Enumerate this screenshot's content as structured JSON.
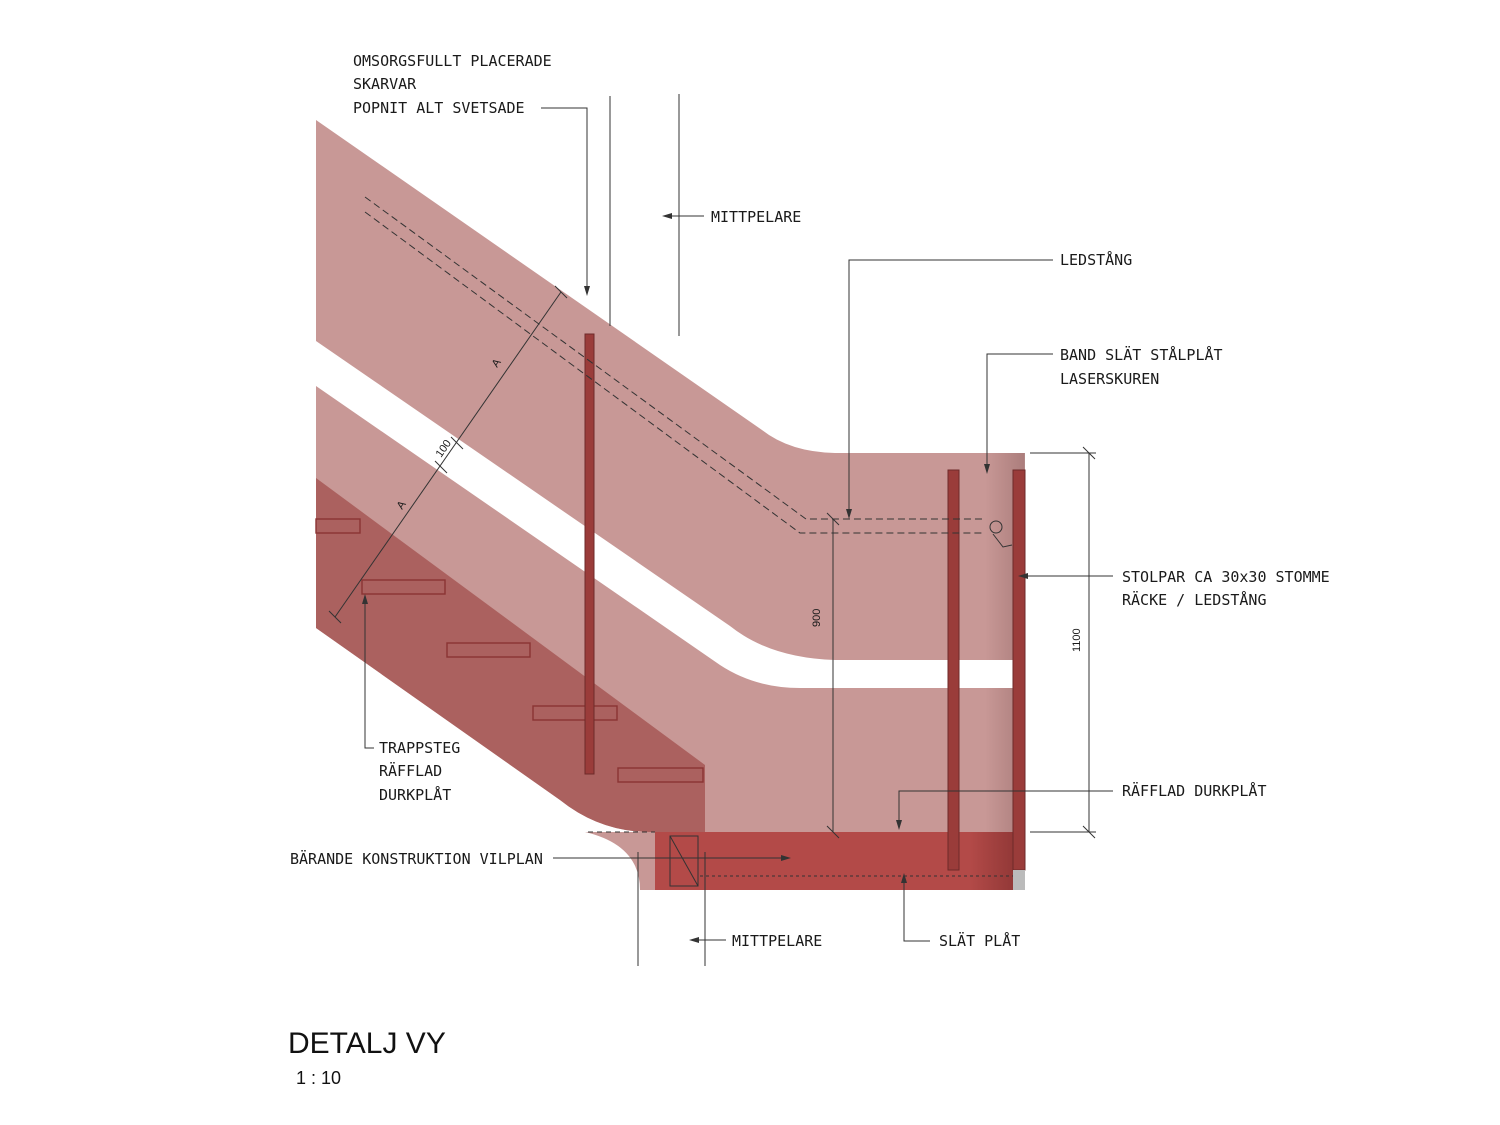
{
  "drawing": {
    "labels": {
      "omsorg_1": "OMSORGSFULLT PLACERADE",
      "omsorg_2": "SKARVAR",
      "omsorg_3": "POPNIT ALT SVETSADE",
      "mittpelare_top": "MITTPELARE",
      "ledstang": "LEDSTÅNG",
      "band_1": "BAND SLÄT STÅLPLÅT",
      "band_2": "LASERSKUREN",
      "stolpar_1": "STOLPAR CA 30x30 STOMME",
      "stolpar_2": "RÄCKE / LEDSTÅNG",
      "rafflad": "RÄFFLAD DURKPLÅT",
      "trappsteg_1": "TRAPPSTEG",
      "trappsteg_2": "RÄFFLAD",
      "trappsteg_3": "DURKPLÅT",
      "barande": "BÄRANDE KONSTRUKTION VILPLAN",
      "mittpelare_bottom": "MITTPELARE",
      "slat_plat": "SLÄT PLÅT"
    },
    "dimensions": {
      "a_upper": "A",
      "d100": "100",
      "a_lower": "A",
      "d900": "900",
      "d1100": "1100"
    },
    "title": "DETALJ VY",
    "scale": "1 : 10",
    "colors": {
      "band": "#c89896",
      "steel_dark": "#a85c5a",
      "landing": "#b34a48",
      "post": "#9a3c3a",
      "line": "#333333"
    }
  }
}
